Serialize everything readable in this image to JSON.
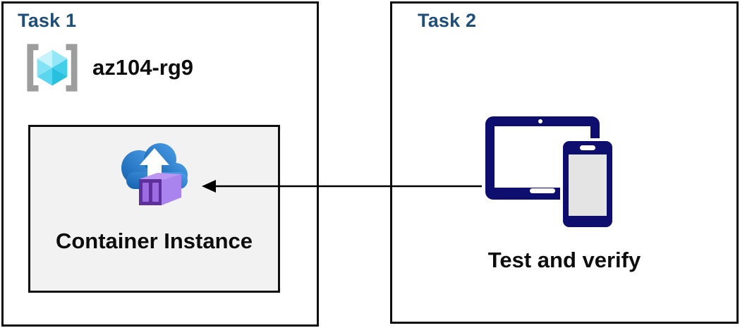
{
  "task1": {
    "title": "Task 1",
    "resource_group_name": "az104-rg9",
    "container_label": "Container Instance"
  },
  "task2": {
    "title": "Task 2",
    "devices_label": "Test and verify"
  },
  "arrow": {
    "direction": "right-to-left",
    "from": "devices",
    "to": "container-instance"
  },
  "icons": {
    "resource_group": "resource-group-icon",
    "container_instance": "container-instance-icon",
    "devices": "devices-tablet-phone-icon"
  },
  "colors": {
    "title_blue": "#1f4e79",
    "text_black": "#0d0d0d",
    "border_black": "#0d0d0d",
    "inner_box_fill": "#f2f2f2",
    "arrow_black": "#000000",
    "bracket_gray": "#9d9d9d",
    "cube_top_light": "#c7f3fc",
    "cube_top_mid": "#93e7f7",
    "cube_left_upper": "#84e2f5",
    "cube_left_lower": "#5bd6ef",
    "cube_right_upper": "#43cfea",
    "cube_right_lower": "#27c0de",
    "cloud_blue_dark": "#1260ae",
    "cloud_blue_light": "#4d9fe9",
    "cloud_arrow_white": "#ffffff",
    "container_frame_purple": "#5c319b",
    "container_panel_purple": "#9d6ce2",
    "container_side_purple": "#a984ef",
    "container_top_purple": "#bb97f3",
    "device_navy": "#0e0e6e",
    "device_screen_white": "#ffffff",
    "device_screen_gray": "#e4e4e4"
  }
}
